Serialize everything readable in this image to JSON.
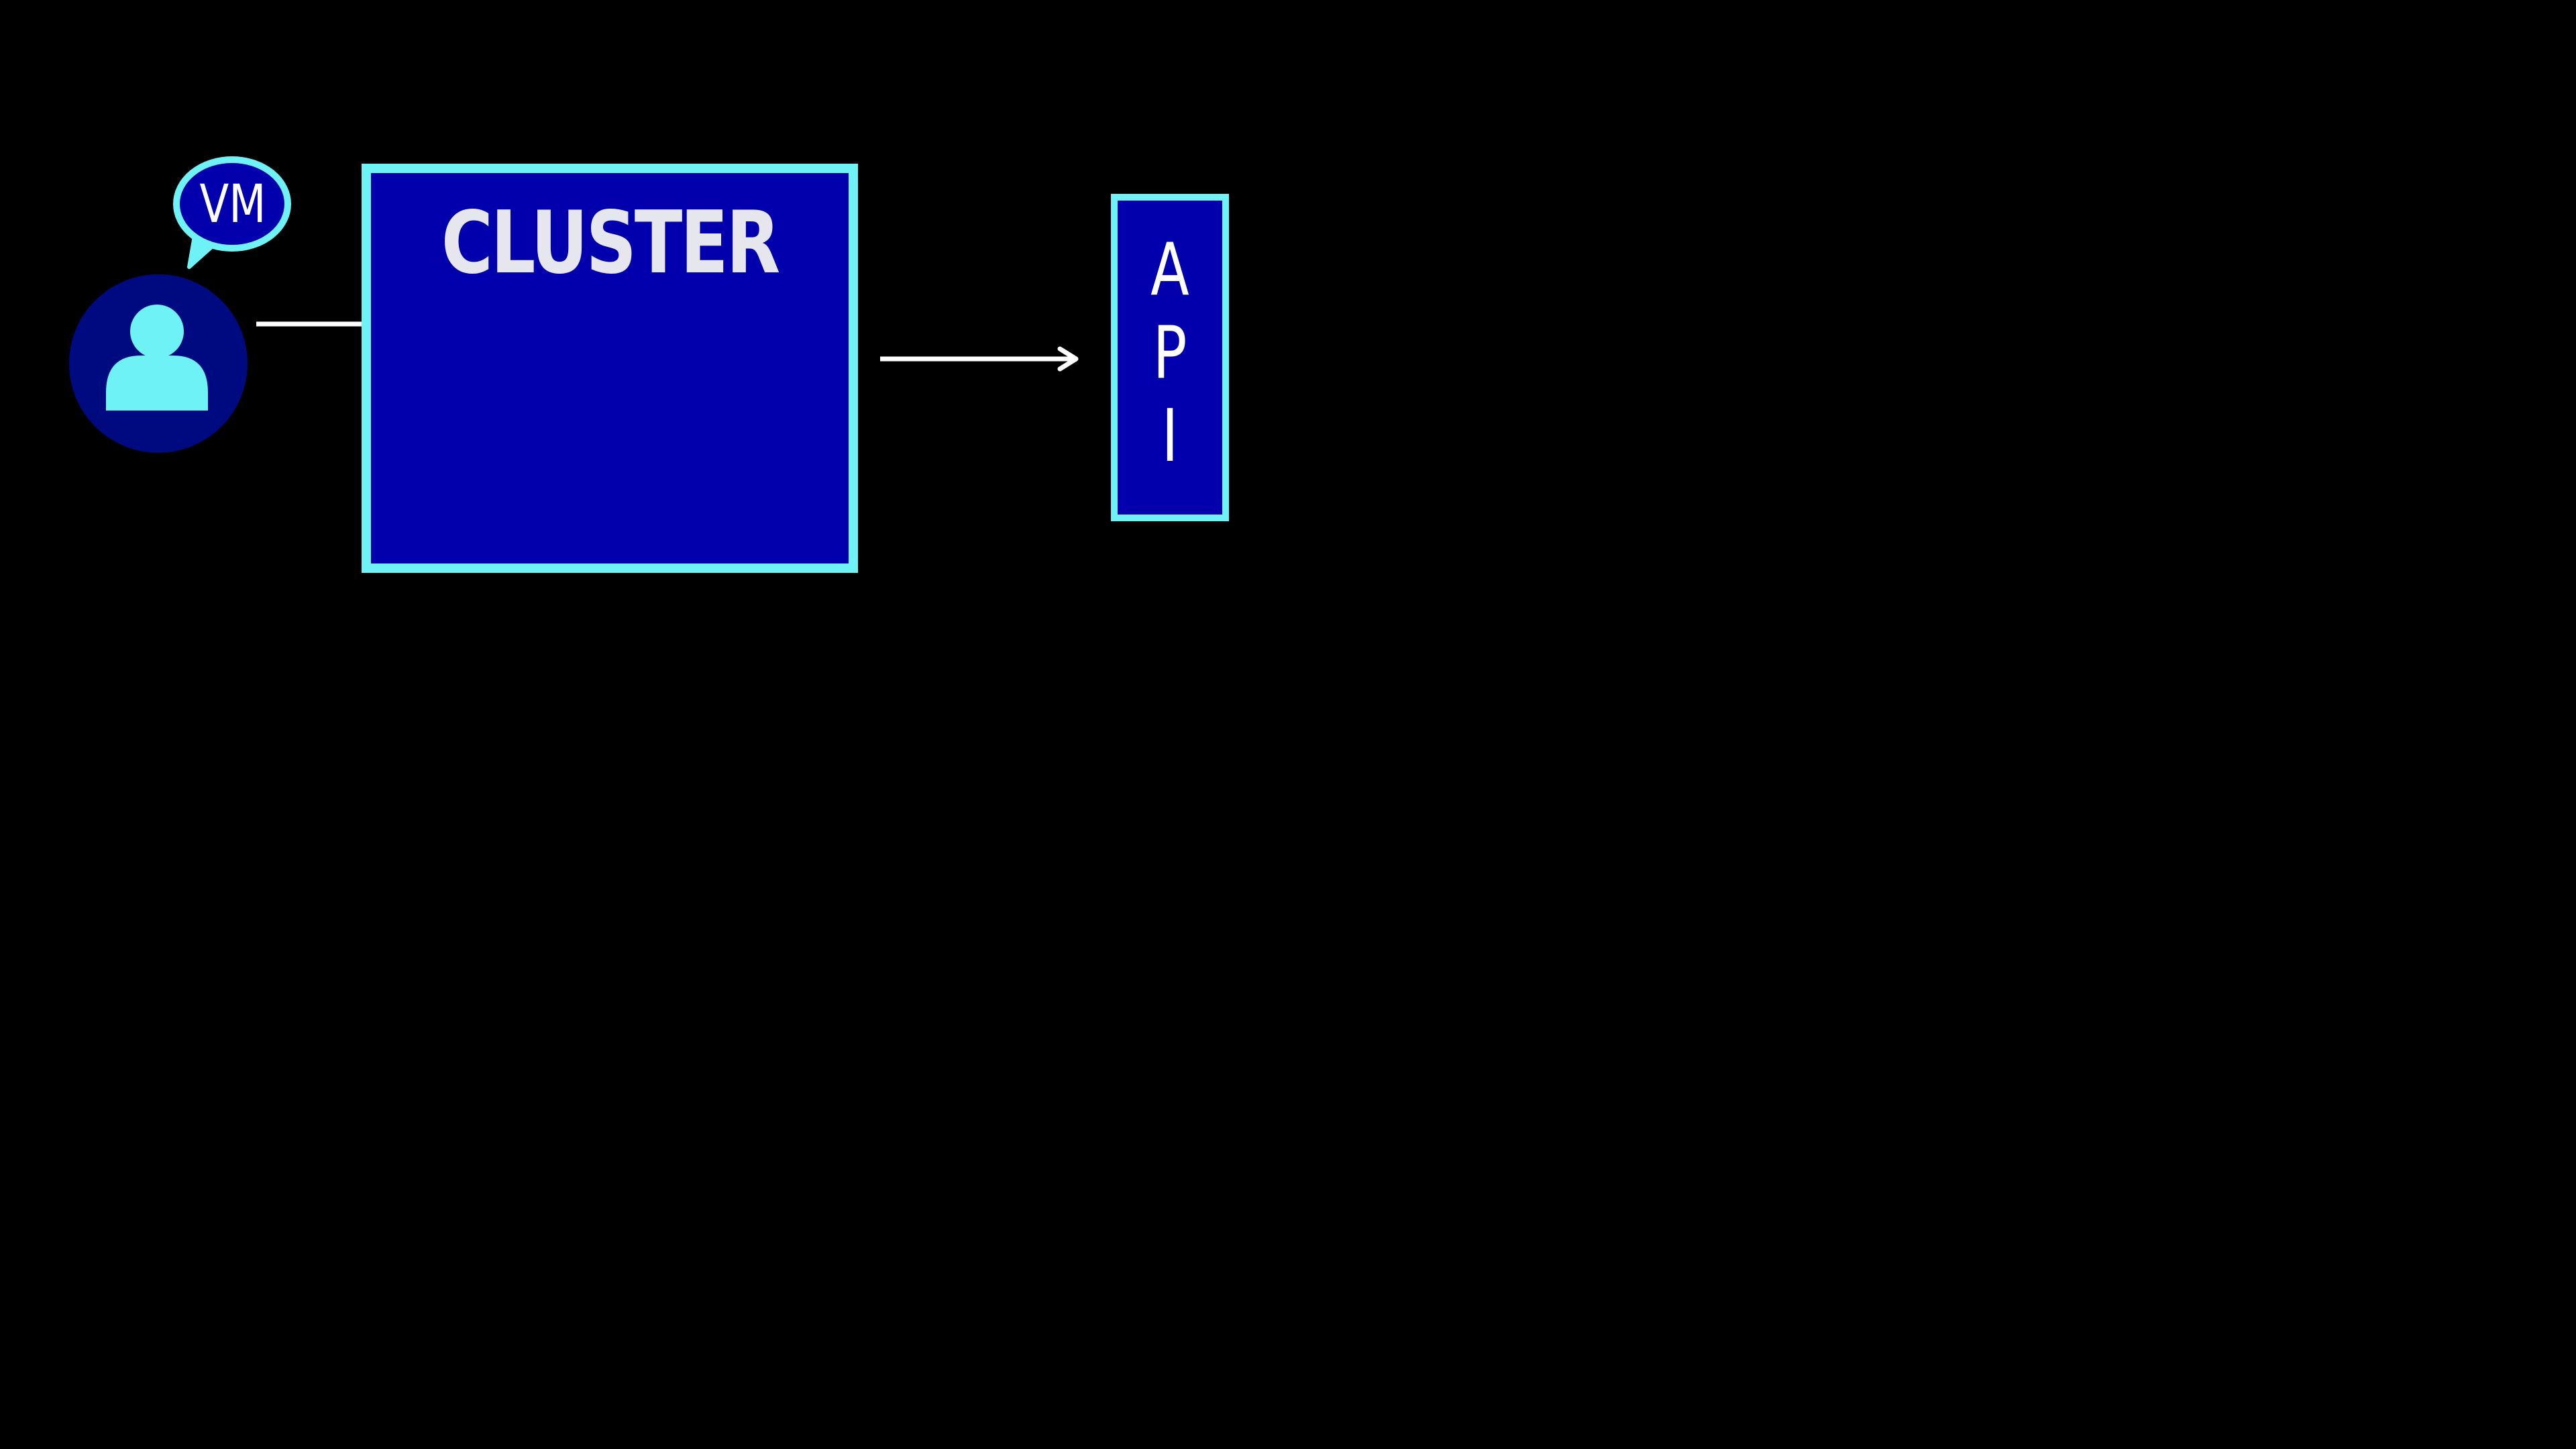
{
  "diagram": {
    "cluster_label": "CLUSTER",
    "api_letters": [
      "A",
      "P",
      "I"
    ],
    "speech_bubble_text": "VM",
    "user_icon": "user-icon",
    "colors": {
      "background": "#000000",
      "box_fill": "#0200ad",
      "box_border": "#6ef2f5",
      "user_circle": "#000a80",
      "user_figure": "#6ef2f5",
      "arrow": "#ffffff",
      "cluster_text": "#e6e6ee"
    }
  }
}
